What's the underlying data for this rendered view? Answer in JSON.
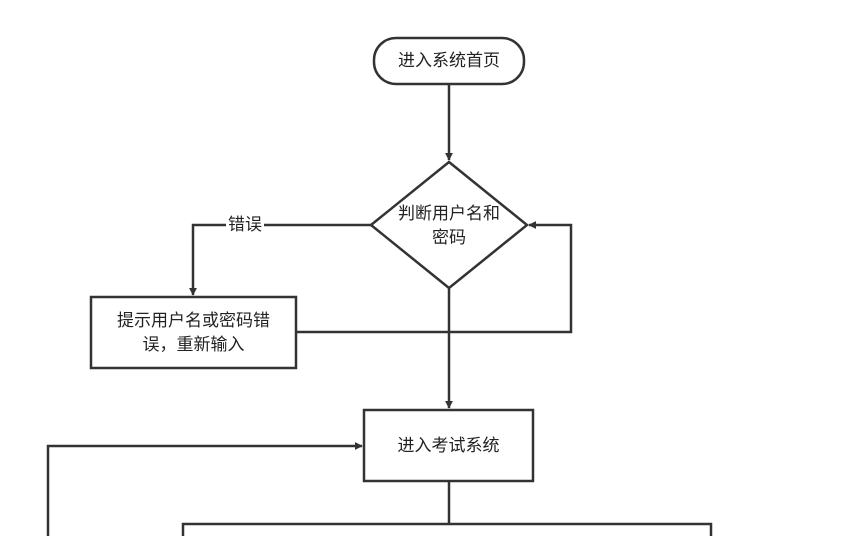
{
  "nodes": {
    "start": {
      "label": "进入系统首页"
    },
    "check": {
      "label_line1": "判断用户名和",
      "label_line2": "密码"
    },
    "error": {
      "label_line1": "提示用户名或密码错",
      "label_line2": "误，重新输入"
    },
    "exam": {
      "label": "进入考试系统"
    }
  },
  "edges": {
    "error_branch": {
      "label": "错误"
    }
  },
  "colors": {
    "stroke": "#333333",
    "text": "#222222",
    "background": "#ffffff"
  }
}
